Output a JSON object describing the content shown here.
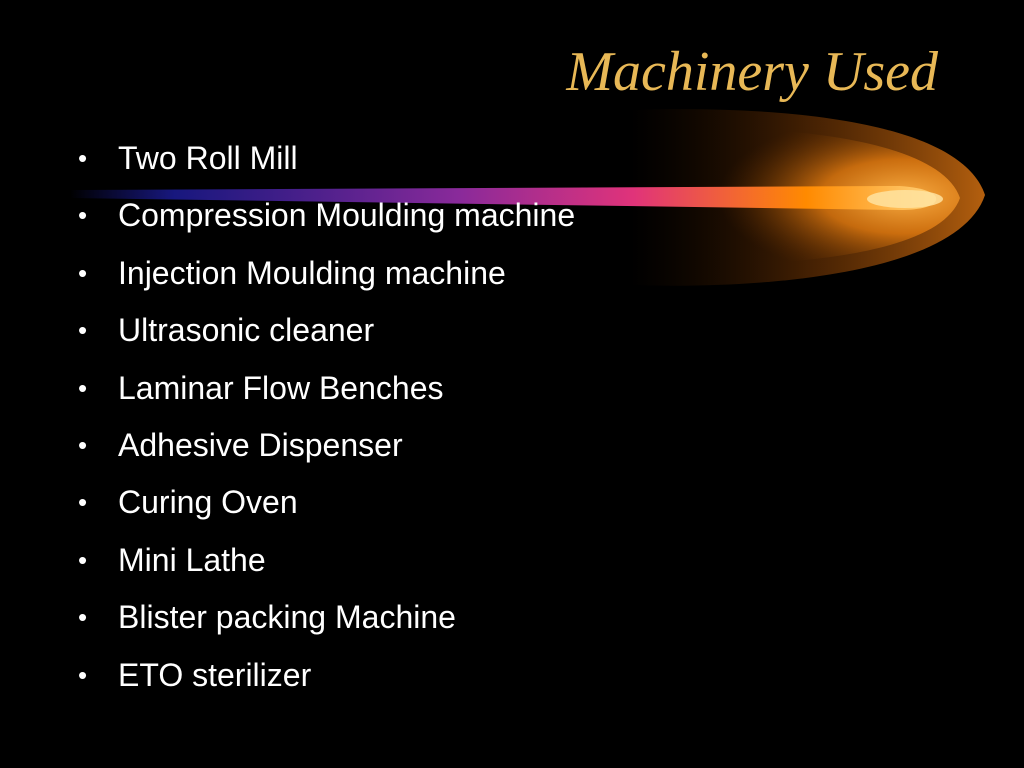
{
  "slide": {
    "title": "Machinery Used",
    "bullet_symbol": "•",
    "items": [
      {
        "label": "Two Roll Mill"
      },
      {
        "label": "Compression Moulding machine"
      },
      {
        "label": "Injection Moulding machine"
      },
      {
        "label": "Ultrasonic cleaner"
      },
      {
        "label": "Laminar Flow Benches"
      },
      {
        "label": "Adhesive Dispenser"
      },
      {
        "label": "Curing Oven"
      },
      {
        "label": "Mini Lathe"
      },
      {
        "label": "Blister packing Machine"
      },
      {
        "label": "ETO sterilizer"
      }
    ]
  },
  "theme": {
    "background": "#000000",
    "title_color": "#E8B856",
    "text_color": "#FFFFFF",
    "swoosh_colors": [
      "#1A1A8C",
      "#8A2A9A",
      "#E0337A",
      "#FF8A00",
      "#FFD27A"
    ]
  }
}
